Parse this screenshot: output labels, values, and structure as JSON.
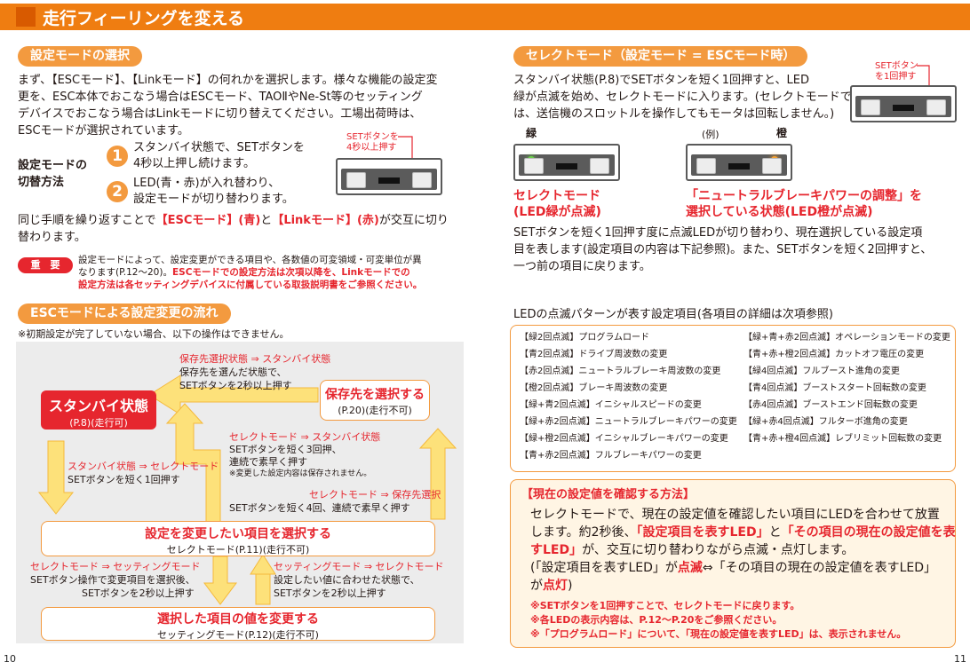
{
  "header": {
    "title": "走行フィーリングを変える"
  },
  "left": {
    "sec1": {
      "title": "設定モードの選択",
      "p1": [
        "まず、【ESCモード】、【Linkモード】の何れかを選択します。様々な機能の設定変",
        "更を、ESC本体でおこなう場合はESCモード、TAOⅡやNe-St等のセッティング",
        "デバイスでおこなう場合はLinkモードに切り替えてください。工場出荷時は、",
        "ESCモードが選択されています。"
      ],
      "method_label": [
        "設定モードの",
        "切替方法"
      ],
      "step1_num": "1",
      "step1": [
        "スタンバイ状態で、SETボタンを",
        "4秒以上押し続けます。"
      ],
      "step2_num": "2",
      "step2": [
        "LED(青・赤)が入れ替わり、",
        "設定モードが切り替わります。"
      ],
      "set_callout": [
        "SETボタンを",
        "4秒以上押す"
      ],
      "p2a": "同じ手順を繰り返すことで",
      "p2b": "【ESCモード】(青)",
      "p2c": "と",
      "p2d": "【Linkモード】(赤)",
      "p2e": "が交互に切り",
      "p2f": "替わります。",
      "juyo": "重　要",
      "note1": "設定モードによって、設定変更ができる項目や、各数値の可変領域・可変単位が異",
      "note2a": "なります(P.12〜20)。",
      "note2b": "ESCモードでの設定方法は次項以降を、Linkモードでの",
      "note3": "設定方法は各セッティングデバイスに付属している取扱説明書をご参照ください。"
    },
    "sec2": {
      "title": "ESCモードによる設定変更の流れ",
      "caution": "※初期設定が完了していない場合、以下の操作はできません。",
      "standby_title": "スタンバイ状態",
      "standby_sub": "(P.8)(走行可)",
      "save_title": "保存先を選択する",
      "save_sub": "(P.20)(走行不可)",
      "arrow_top": [
        "保存先選択状態 ⇒ スタンバイ状態",
        "保存先を選んだ状態で、",
        "SETボタンを2秒以上押す"
      ],
      "arrow_left": [
        "スタンバイ状態 ⇒ セレクトモード",
        "SETボタンを短く1回押す"
      ],
      "arrow_mid1": [
        "セレクトモード ⇒ スタンバイ状態",
        "SETボタンを短く3回押、",
        "連続で素早く押す",
        "※変更した設定内容は保存されません。"
      ],
      "arrow_mid2": [
        "セレクトモード ⇒ 保存先選択",
        "SETボタンを短く4回、連続で素早く押す"
      ],
      "select_title": "設定を変更したい項目を選択する",
      "select_sub": "セレクトモード(P.11)(走行不可)",
      "arrow_bl": [
        "セレクトモード ⇒ セッティングモード",
        "SETボタン操作で変更項目を選択後、",
        "SETボタンを2秒以上押す"
      ],
      "arrow_br": [
        "セッティングモード ⇒ セレクトモード",
        "設定したい値に合わせた状態で、",
        "SETボタンを2秒以上押す"
      ],
      "change_title": "選択した項目の値を変更する",
      "change_sub": "セッティングモード(P.12)(走行不可)"
    },
    "page_num": "10"
  },
  "right": {
    "sec3": {
      "title": "セレクトモード（設定モード = ESCモード時）",
      "p1": [
        "スタンバイ状態(P.8)でSETボタンを短く1回押すと、LED",
        "緑が点滅を始め、セレクトモードに入ります。(セレクトモードで",
        "は、送信機のスロットルを操作してもモータは回転しません。)"
      ],
      "set_callout": [
        "SETボタン",
        "を1回押す"
      ],
      "green_label": "緑",
      "example_label": "(例)",
      "orange_label": "橙",
      "cap1": [
        "セレクトモード",
        "(LED緑が点滅)"
      ],
      "cap2": [
        "「ニュートラルブレーキパワーの調整」を",
        "選択している状態(LED橙が点滅)"
      ],
      "p2": [
        "SETボタンを短く1回押す度に点滅LEDが切り替わり、現在選択している設定項",
        "目を表します(設定項目の内容は下記参照)。また、SETボタンを短く2回押すと、",
        "一つ前の項目に戻ります。"
      ],
      "led_title": "LEDの点滅パターンが表す設定項目(各項目の詳細は次項参照)",
      "led_left": [
        "【緑2回点滅】プログラムロード",
        "【青2回点滅】ドライブ周波数の変更",
        "【赤2回点滅】ニュートラルブレーキ周波数の変更",
        "【橙2回点滅】ブレーキ周波数の変更",
        "【緑+青2回点滅】イニシャルスピードの変更",
        "【緑+赤2回点滅】ニュートラルブレーキパワーの変更",
        "【緑+橙2回点滅】イニシャルブレーキパワーの変更",
        "【青+赤2回点滅】フルブレーキパワーの変更"
      ],
      "led_right": [
        "【緑+青+赤2回点滅】オペレーションモードの変更",
        "【青+赤+橙2回点滅】カットオフ電圧の変更",
        "【緑4回点滅】フルブースト進角の変更",
        "【青4回点滅】ブーストスタート回転数の変更",
        "【赤4回点滅】ブーストエンド回転数の変更",
        "【緑+赤4回点滅】フルターボ進角の変更",
        "【青+赤+橙4回点滅】レブリミット回転数の変更"
      ],
      "confirm_title": "【現在の設定値を確認する方法】",
      "c1": "セレクトモードで、現在の設定値を確認したい項目にLEDを合わせて放置",
      "c2a": "します。約2秒後、",
      "c2b": "「設定項目を表すLED」",
      "c2c": "と",
      "c2d": "「その項目の現在の設定値を表",
      "c3a": "すLED」",
      "c3b": "が、交互に切り替わりながら点滅・点灯します。",
      "c4a": "(「設定項目を表すLED」が",
      "c4b": "点滅",
      "c4c": "⇔「その項目の現在の設定値を表すLED」",
      "c5a": "が",
      "c5b": "点灯",
      "c5c": ")",
      "n1": "※SETボタンを1回押すことで、セレクトモードに戻ります。",
      "n2": "※各LEDの表示内容は、P.12〜P.20をご参照ください。",
      "n3": "※「プログラムロード」について、「現在の設定値を表すLED」は、表示されません。"
    },
    "page_num": "11"
  },
  "colors": {
    "orange": "#ef7d11",
    "pill": "#f39a3f",
    "red": "#e6262e",
    "arrow": "#fde17a"
  }
}
